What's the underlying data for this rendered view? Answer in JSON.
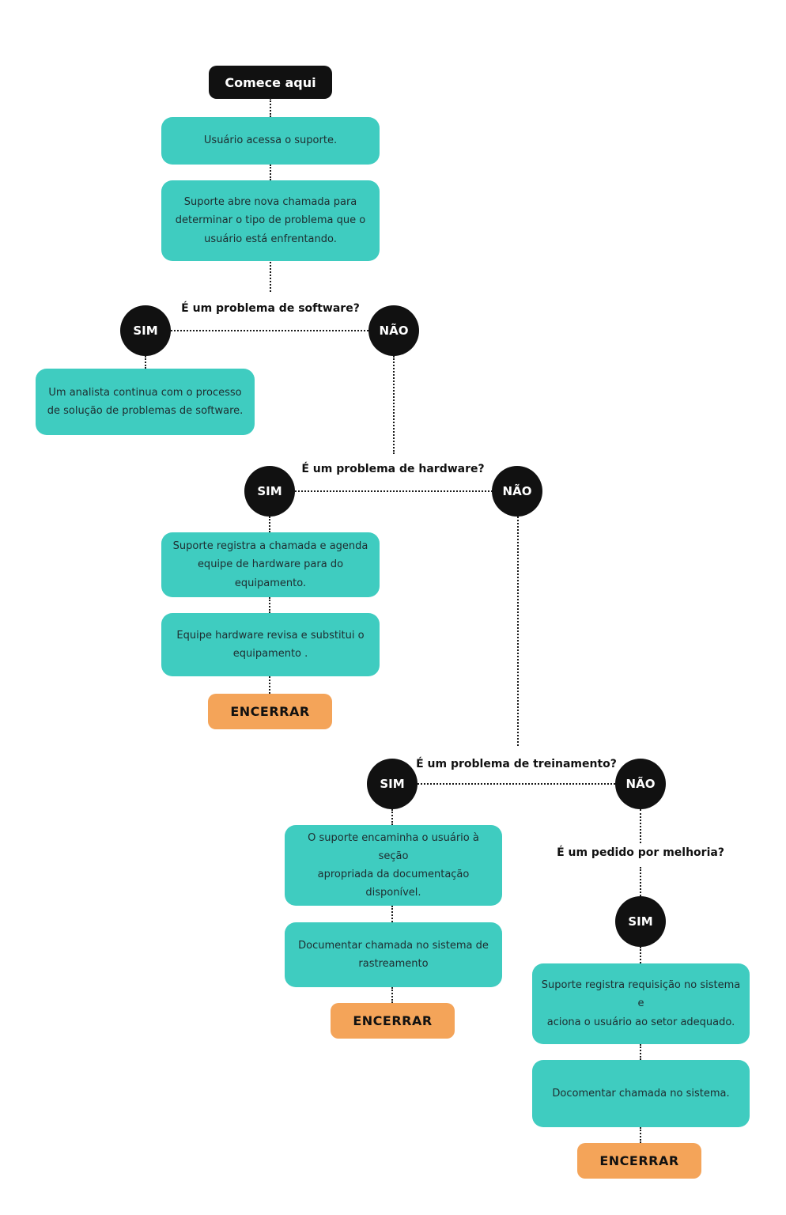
{
  "flowchart": {
    "title_node": "Comece aqui",
    "labels": {
      "yes": "SIM",
      "no": "NÃO",
      "end": "ENCERRAR"
    },
    "questions": {
      "software": "É um problema de software?",
      "hardware": "É um problema de hardware?",
      "training": "É um problema de treinamento?",
      "improvement": "É um pedido por melhoria?"
    },
    "steps": {
      "user_access": "Usuário acessa o suporte.",
      "open_call": "Suporte abre nova chamada para\ndeterminar o tipo de problema que o\nusuário está enfrentando.",
      "software_analyst": "Um analista continua com o processo\nde solução de problemas de software.",
      "hardware_register": "Suporte registra a chamada e agenda\nequipe de hardware para do equipamento.",
      "hardware_replace": "Equipe hardware revisa e substitui o\nequipamento .",
      "training_forward": "O suporte encaminha o usuário à seção\napropriada da documentação disponível.",
      "training_document": "Documentar chamada no sistema de\nrastreamento",
      "improvement_register": "Suporte registra requisição no sistema e\naciona o usuário ao setor adequado.",
      "improvement_document": "Docomentar chamada no sistema."
    },
    "colors": {
      "step_fill": "#3fccc0",
      "end_fill": "#f4a459",
      "node_fill": "#111111",
      "step_text": "#1e2d30",
      "background": "#ffffff"
    }
  }
}
